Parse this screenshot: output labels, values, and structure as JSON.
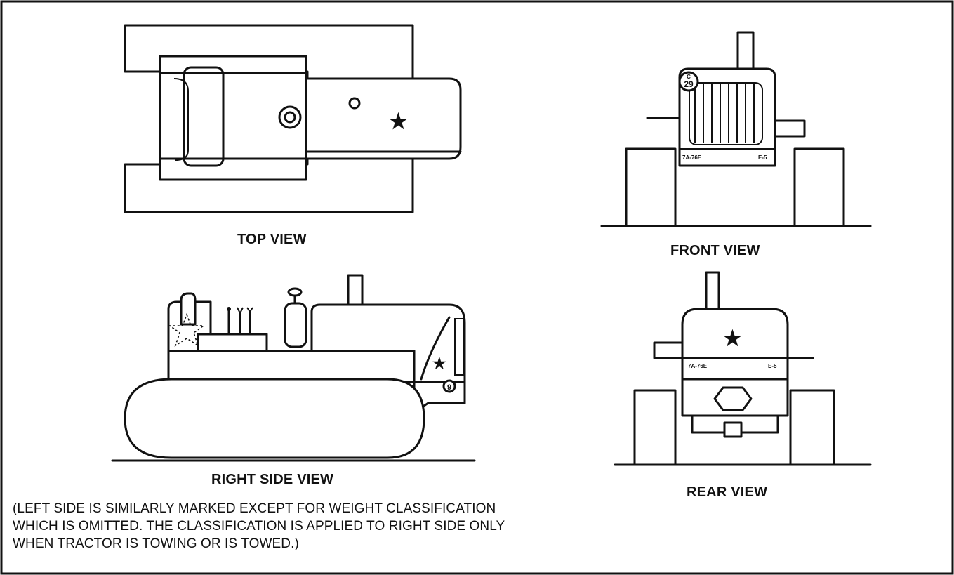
{
  "views": {
    "top": "TOP VIEW",
    "front": "FRONT VIEW",
    "side": "RIGHT SIDE VIEW",
    "rear": "REAR VIEW"
  },
  "markings": {
    "bridge_class_top": "C",
    "bridge_class_number": "29",
    "registration": "7A-76E",
    "unit_code": "E-5",
    "side_class": "9"
  },
  "note": {
    "line1": "(LEFT SIDE IS SIMILARLY MARKED EXCEPT FOR WEIGHT CLASSIFICATION",
    "line2": "WHICH IS OMITTED. THE CLASSIFICATION IS APPLIED TO RIGHT SIDE ONLY",
    "line3": "WHEN TRACTOR IS TOWING OR IS TOWED.)"
  }
}
